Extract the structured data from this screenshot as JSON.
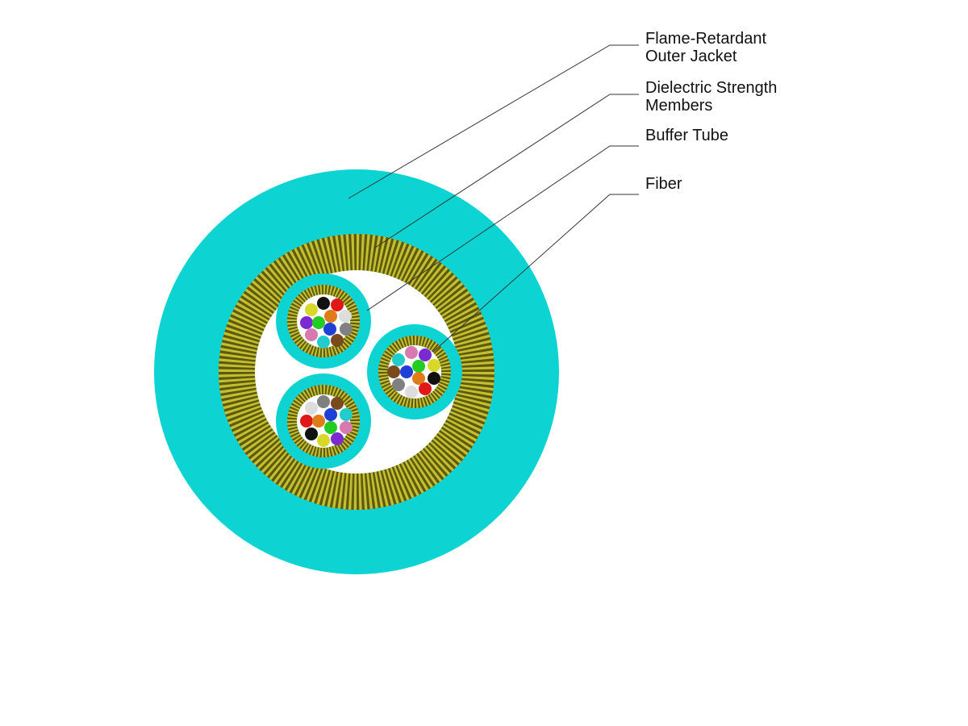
{
  "labels": {
    "jacket": [
      "Flame-Retardant",
      "Outer Jacket"
    ],
    "strength": [
      "Dielectric Strength",
      "Members"
    ],
    "buffer": [
      "Buffer Tube"
    ],
    "fiber": [
      "Fiber"
    ]
  },
  "colors": {
    "jacket": "#0dd3d3",
    "strength_dark": "#5e5a0c",
    "strength_light": "#d6d13a",
    "core": "#ffffff",
    "leader_line": "#333333"
  },
  "buffer_tube_count": 3,
  "fibers_per_tube": 12,
  "fiber_colors": {
    "blue": "#1f3fd6",
    "orange": "#e07b1a",
    "green": "#22cc22",
    "brown": "#7a4a1c",
    "slate": "#808080",
    "white": "#dddddd",
    "red": "#e01818",
    "black": "#111111",
    "yellow": "#d8d82a",
    "violet": "#7a2ad0",
    "rose": "#d87ab0",
    "aqua": "#22cccc"
  }
}
